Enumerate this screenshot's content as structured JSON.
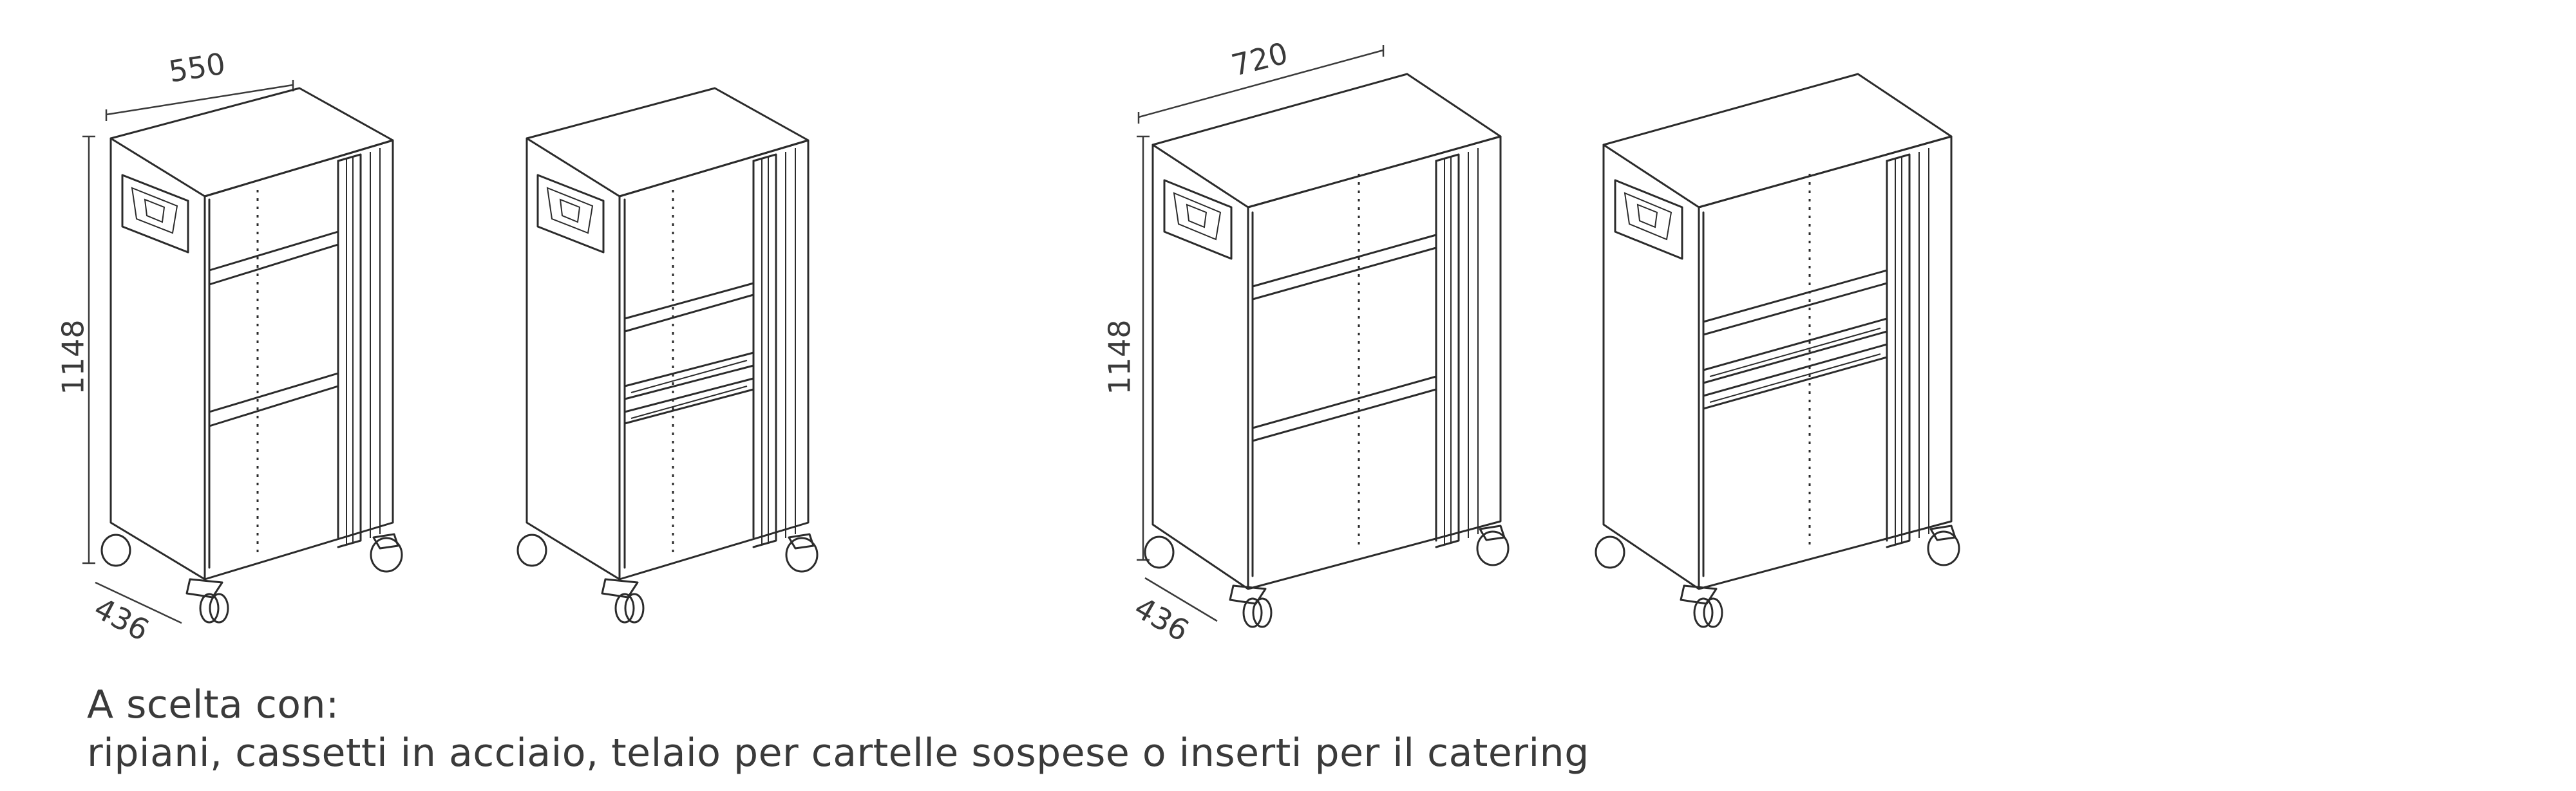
{
  "dimensions": {
    "width_small": "550",
    "width_large": "720",
    "height_small": "1148",
    "height_large": "1148",
    "depth_small": "436",
    "depth_large": "436"
  },
  "caption": {
    "line1": "A scelta con:",
    "line2": "ripiani, cassetti in acciaio, telaio per cartelle sospese o inserti per il catering"
  },
  "colors": {
    "stroke": "#2b2b2b",
    "text": "#3a3a3a",
    "background": "#ffffff"
  }
}
